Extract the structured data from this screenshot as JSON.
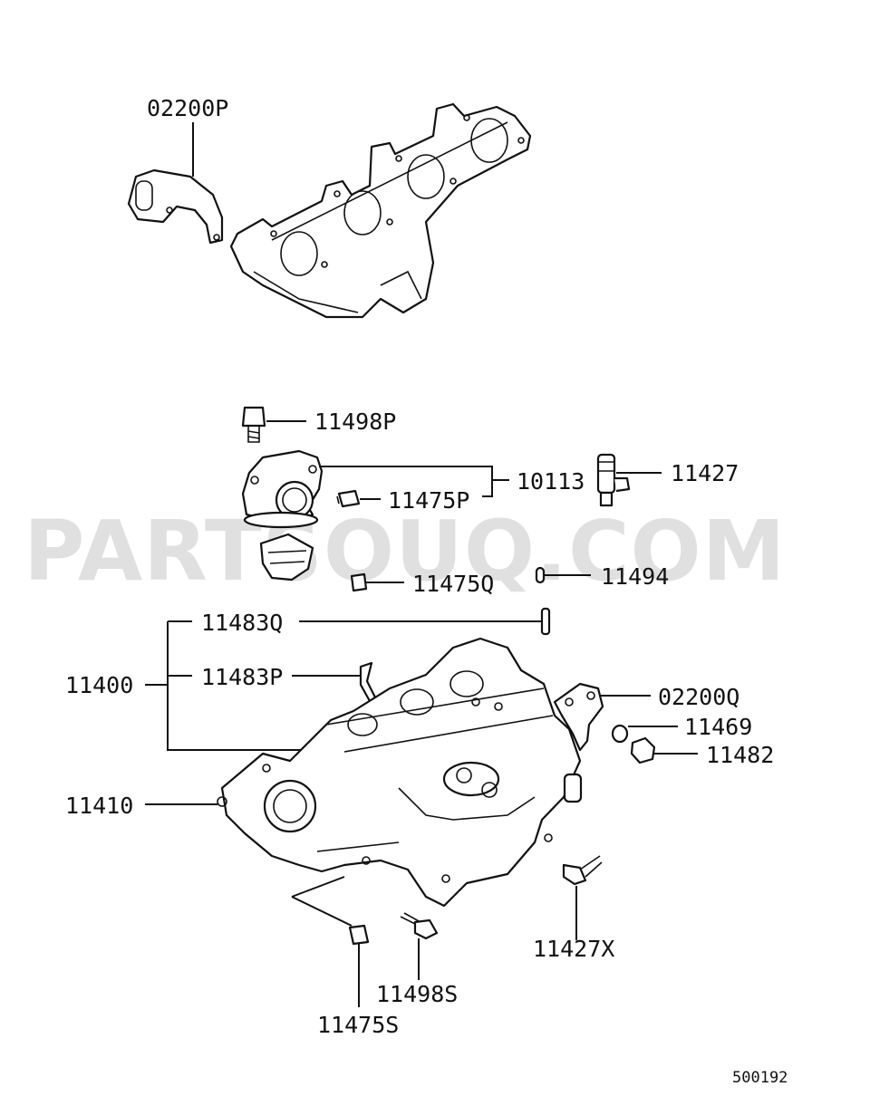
{
  "watermark": "PARTSOUQ.COM",
  "diagram_code": "500192",
  "callouts": {
    "c02200p": "02200P",
    "c11498p": "11498P",
    "c10113": "10113",
    "c11475p": "11475P",
    "c11427": "11427",
    "c11475q": "11475Q",
    "c11494": "11494",
    "c11483q": "11483Q",
    "c11400": "11400",
    "c11483p": "11483P",
    "c02200q": "02200Q",
    "c11469": "11469",
    "c11482": "11482",
    "c11410": "11410",
    "c11427x": "11427X",
    "c11498s": "11498S",
    "c11475s": "11475S"
  }
}
